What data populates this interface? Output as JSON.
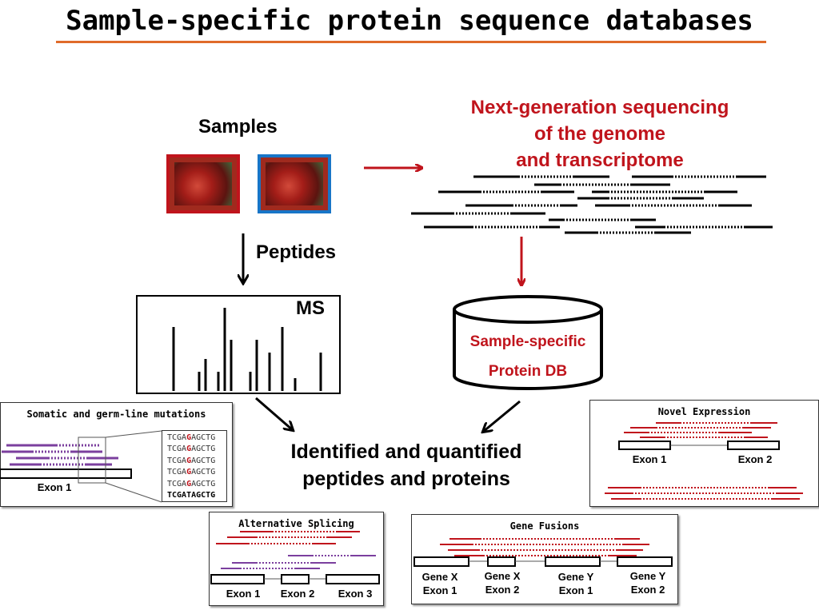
{
  "title": "Sample-specific protein sequence databases",
  "samples_label": "Samples",
  "peptides_label": "Peptides",
  "ngs_label": [
    "Next-generation sequencing",
    "of the genome",
    "and transcriptome"
  ],
  "ms_label": "MS",
  "db_label": [
    "Sample-specific",
    "Protein DB"
  ],
  "identified_label": [
    "Identified and quantified",
    "peptides and proteins"
  ],
  "colors": {
    "red": "#c0141c",
    "blue": "#1875c7",
    "purple": "#7b3f9e",
    "orange_rule": "#e06b2a"
  },
  "panels": {
    "somatic": {
      "title": "Somatic and germ-line mutations",
      "exon_label": "Exon 1",
      "sequences": [
        {
          "prefix": "TCGA",
          "mut": "G",
          "suffix": "AGCTG"
        },
        {
          "prefix": "TCGA",
          "mut": "G",
          "suffix": "AGCTG"
        },
        {
          "prefix": "TCGA",
          "mut": "G",
          "suffix": "AGCTG"
        },
        {
          "prefix": "TCGA",
          "mut": "G",
          "suffix": "AGCTG"
        },
        {
          "prefix": "TCGA",
          "mut": "G",
          "suffix": "AGCTG"
        }
      ],
      "reference_sequence": "TCGATAGCTG"
    },
    "novel": {
      "title": "Novel Expression",
      "exon1": "Exon 1",
      "exon2": "Exon 2"
    },
    "splicing": {
      "title": "Alternative Splicing",
      "exon1": "Exon 1",
      "exon2": "Exon 2",
      "exon3": "Exon 3"
    },
    "fusion": {
      "title": "Gene Fusions",
      "labels": [
        [
          "Gene X",
          "Exon 1"
        ],
        [
          "Gene X",
          "Exon 2"
        ],
        [
          "Gene Y",
          "Exon 1"
        ],
        [
          "Gene Y",
          "Exon 2"
        ]
      ]
    }
  }
}
